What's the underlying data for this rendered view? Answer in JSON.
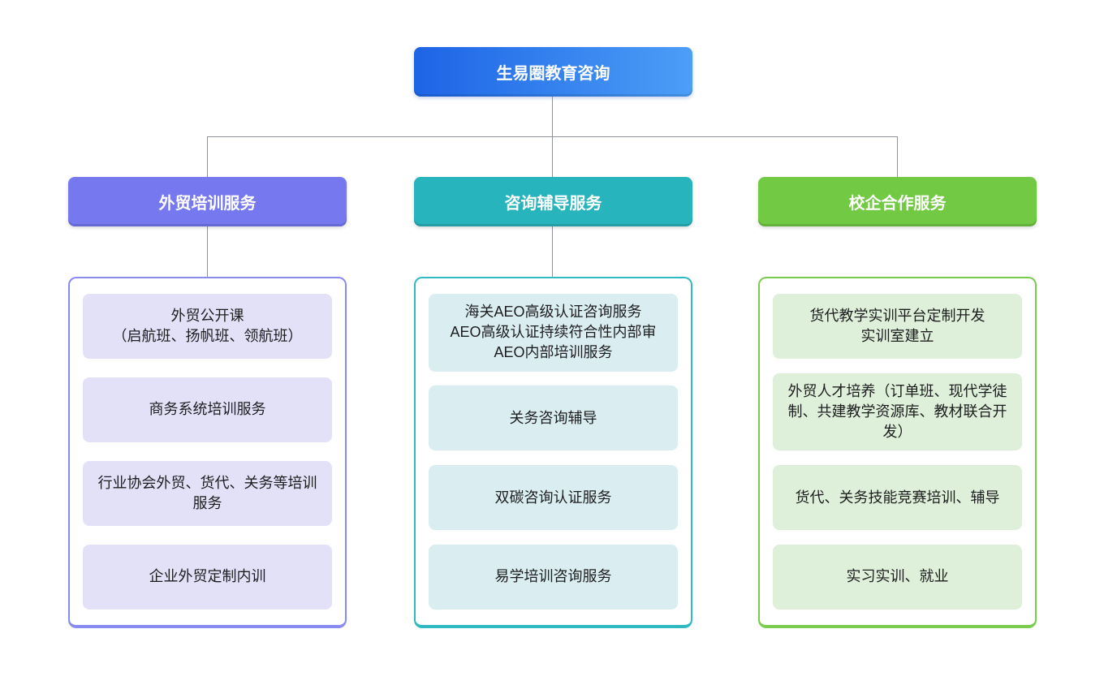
{
  "colors": {
    "canvas_bg": "#ffffff",
    "connector_line": "#8d9399",
    "node_text": "#1d1d1f",
    "header_text": "#ffffff"
  },
  "root": {
    "label": "生易圈教育咨询",
    "colors": {
      "gradient_from": "#1d64e6",
      "gradient_to": "#4c9ef7"
    }
  },
  "branches": [
    {
      "label": "外贸培训服务",
      "colors": {
        "header_bg": "#7678f0",
        "container_border": "#878bf2",
        "item_bg": "#e3e1f8"
      },
      "items": [
        "外贸公开课\n（启航班、扬帆班、领航班）",
        "商务系统培训服务",
        "行业协会外贸、货代、关务等培训服务",
        "企业外贸定制内训"
      ]
    },
    {
      "label": "咨询辅导服务",
      "colors": {
        "header_bg": "#28b4bc",
        "container_border": "#2fb9c1",
        "item_bg": "#daeef1"
      },
      "items": [
        "海关AEO高级认证咨询服务\nAEO高级认证持续符合性内部审\nAEO内部培训服务",
        "关务咨询辅导",
        "双碳咨询认证服务",
        "易学培训咨询服务"
      ]
    },
    {
      "label": "校企合作服务",
      "colors": {
        "header_bg": "#72c943",
        "container_border": "#7acc4c",
        "item_bg": "#def0da"
      },
      "items": [
        "货代教学实训平台定制开发\n实训室建立",
        "外贸人才培养（订单班、现代学徒制、共建教学资源库、教材联合开发）",
        "货代、关务技能竞赛培训、辅导",
        "实习实训、就业"
      ]
    }
  ]
}
